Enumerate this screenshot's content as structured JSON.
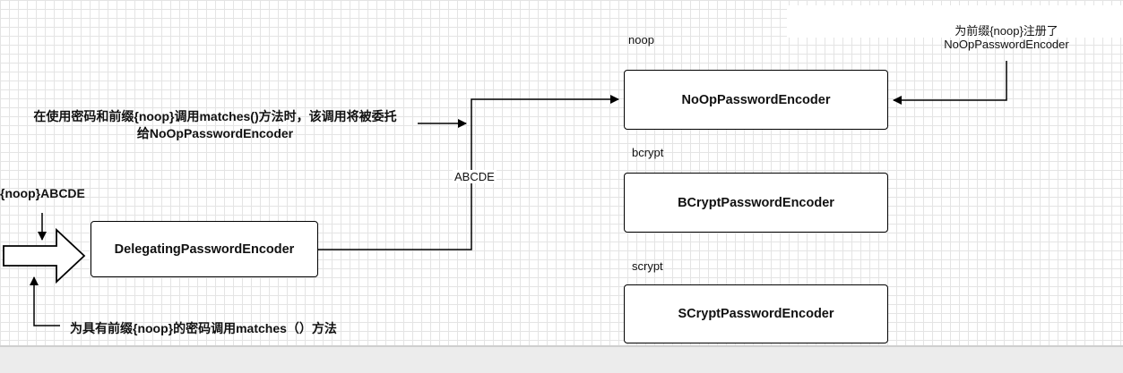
{
  "nodes": {
    "delegating": "DelegatingPasswordEncoder",
    "noop": "NoOpPasswordEncoder",
    "bcrypt": "BCryptPasswordEncoder",
    "scrypt": "SCryptPasswordEncoder"
  },
  "labels": {
    "noop_id": "noop",
    "bcrypt_id": "bcrypt",
    "scrypt_id": "scrypt",
    "input_password": "{noop}ABCDE",
    "delegated_value": "ABCDE",
    "call_matches": "为具有前缀{noop}的密码调用matches（）方法",
    "delegate_line1": "在使用密码和前缀{noop}调用matches()方法时，该调用将被委托",
    "delegate_line2": "给NoOpPasswordEncoder",
    "register_line1": "为前缀{noop}注册了",
    "register_line2": "NoOpPasswordEncoder"
  },
  "colors": {
    "stroke": "#000000",
    "grid": "#e4e4e4"
  }
}
